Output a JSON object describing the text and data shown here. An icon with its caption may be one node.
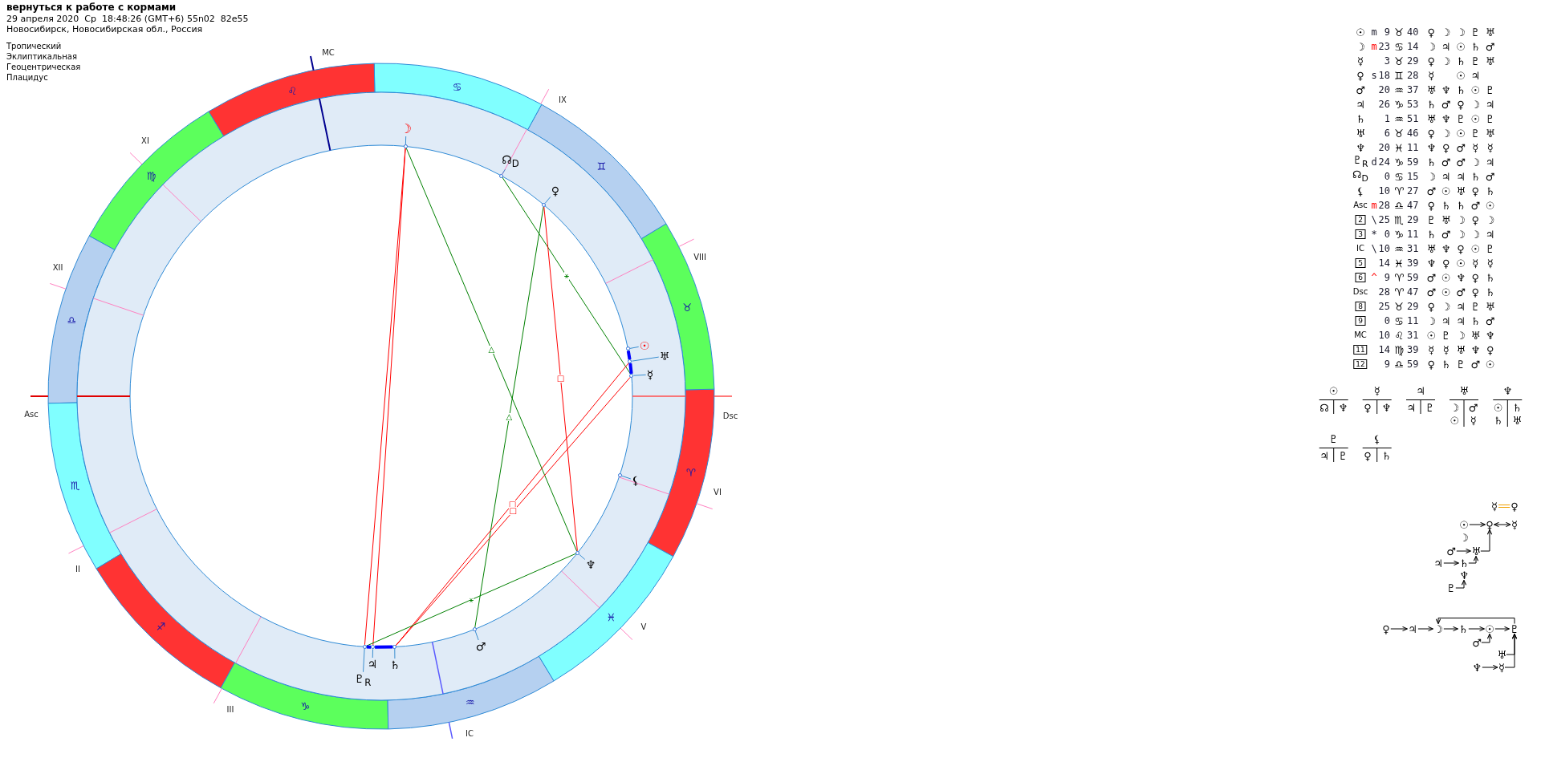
{
  "diagram": {
    "title": "вернуться к работе с кормами",
    "nodes": [
      {
        "text": [
          "☽"
        ]
      },
      {
        "text": [],
        "shape": "circle"
      },
      {
        "text": [
          "☊$_{D}$"
        ]
      },
      {
        "text": [],
        "shape": "circle"
      },
      {
        "text": [
          "♀"
        ]
      },
      {
        "text": [],
        "shape": "circle"
      },
      {
        "text": [
          "☉"
        ]
      },
      {
        "text": [],
        "shape": "circle"
      },
      {
        "text": [
          "♅"
        ]
      },
      {
        "text": [],
        "shape": "circle"
      },
      {
        "text": [
          "☿"
        ]
      },
      {
        "text": [],
        "shape": "circle"
      },
      {
        "text": [
          "⚸"
        ]
      },
      {
        "text": [],
        "shape": "circle"
      },
      {
        "text": [
          "♆"
        ]
      },
      {
        "text": [],
        "shape": "circle"
      },
      {
        "text": [
          "♂"
        ]
      },
      {
        "text": [],
        "shape": "circle"
      },
      {
        "text": [
          "♄"
        ]
      },
      {
        "text": [],
        "shape": "circle"
      },
      {
        "text": [
          "♃"
        ]
      },
      {
        "text": [],
        "shape": "circle"
      },
      {
        "text": [
          "♇$_{R}$"
        ]
      },
      {
        "text": [],
        "shape": "circle"
      },
      {
        "text": [
          "☿"
        ]
      },
      {
        "text": [
          "♀"
        ]
      },
      {
        "text": [
          "☉"
        ]
      },
      {
        "text": [
          "♀"
        ]
      },
      {
        "text": [
          "☿"
        ]
      },
      {
        "text": [
          "☽"
        ]
      },
      {
        "text": [
          "♂"
        ]
      },
      {
        "text": [
          "♅"
        ]
      },
      {
        "text": [
          "♃"
        ]
      },
      {
        "text": [
          "♄"
        ]
      },
      {
        "text": [
          "♆"
        ]
      },
      {
        "text": [
          "♇"
        ]
      },
      {
        "text": [
          "♀"
        ]
      },
      {
        "text": [
          "♃"
        ]
      },
      {
        "text": [
          "☽"
        ]
      },
      {
        "text": [
          "♄"
        ]
      },
      {
        "text": [
          "☉"
        ]
      },
      {
        "text": [
          "♇"
        ]
      },
      {
        "text": [
          "♂"
        ]
      },
      {
        "text": [
          "♅"
        ]
      },
      {
        "text": [
          "♆"
        ]
      },
      {
        "text": [
          "☿"
        ]
      }
    ],
    "edges": [
      {
        "from": 0,
        "to": 1,
        "arrow": "none",
        "color": "#3a8ed0"
      },
      {
        "from": 2,
        "to": 3,
        "arrow": "none",
        "color": "#3a8ed0"
      },
      {
        "from": 4,
        "to": 5,
        "arrow": "none",
        "color": "#3a8ed0"
      },
      {
        "from": 6,
        "to": 7,
        "arrow": "none",
        "color": "#3a8ed0"
      },
      {
        "from": 8,
        "to": 9,
        "arrow": "none",
        "color": "#3a8ed0"
      },
      {
        "from": 10,
        "to": 11,
        "arrow": "none",
        "color": "#3a8ed0"
      },
      {
        "from": 12,
        "to": 13,
        "arrow": "none",
        "color": "#3a8ed0"
      },
      {
        "from": 14,
        "to": 15,
        "arrow": "none",
        "color": "#3a8ed0"
      },
      {
        "from": 16,
        "to": 17,
        "arrow": "none",
        "color": "#3a8ed0"
      },
      {
        "from": 18,
        "to": 19,
        "arrow": "none",
        "color": "#3a8ed0"
      },
      {
        "from": 20,
        "to": 21,
        "arrow": "none",
        "color": "#3a8ed0"
      },
      {
        "from": 22,
        "to": 23,
        "arrow": "none",
        "color": "#3a8ed0"
      },
      {
        "from": 1,
        "to": 23,
        "arrow": "none",
        "color": "#ff0000"
      },
      {
        "from": 1,
        "to": 21,
        "arrow": "none",
        "color": "#ff0000"
      },
      {
        "from": 1,
        "to": 15,
        "arrow": "none",
        "label": "△",
        "color": "#008000"
      },
      {
        "from": 3,
        "to": 11,
        "arrow": "none",
        "label": "⚹",
        "color": "#008000"
      },
      {
        "from": 5,
        "to": 17,
        "arrow": "none",
        "label": "△",
        "color": "#008000"
      },
      {
        "from": 5,
        "to": 15,
        "arrow": "none",
        "label": "□",
        "color": "#ff0000"
      },
      {
        "from": 19,
        "to": 9,
        "arrow": "none",
        "label": "□",
        "color": "#ff0000"
      },
      {
        "from": 19,
        "to": 11,
        "arrow": "none",
        "label": "□",
        "color": "#ff0000"
      },
      {
        "from": 15,
        "to": 23,
        "arrow": "none",
        "label": "⚹",
        "color": "#008000"
      },
      {
        "from": 7,
        "to": 9,
        "arrow": "none",
        "style": "thick",
        "color": "#0000ff"
      },
      {
        "from": 9,
        "to": 11,
        "arrow": "none",
        "style": "thick",
        "color": "#0000ff"
      },
      {
        "from": 23,
        "to": 21,
        "arrow": "none",
        "style": "thick",
        "color": "#0000ff"
      },
      {
        "from": 21,
        "to": 19,
        "arrow": "none",
        "style": "thick",
        "color": "#0000ff"
      },
      {
        "from": 24,
        "to": 25,
        "arrow": "none",
        "color": "#f0a000"
      },
      {
        "from": 26,
        "to": 27,
        "arrow": "to"
      },
      {
        "from": 27,
        "to": 28,
        "arrow": "both"
      },
      {
        "from": 30,
        "to": 31,
        "arrow": "to"
      },
      {
        "from": 31,
        "to": 27,
        "arrow": "to"
      },
      {
        "from": 32,
        "to": 33,
        "arrow": "to"
      },
      {
        "from": 33,
        "to": 31,
        "arrow": "to"
      },
      {
        "from": 35,
        "to": 34,
        "arrow": "to"
      },
      {
        "from": 36,
        "to": 37,
        "arrow": "to"
      },
      {
        "from": 37,
        "to": 38,
        "arrow": "to"
      },
      {
        "from": 38,
        "to": 39,
        "arrow": "to"
      },
      {
        "from": 39,
        "to": 40,
        "arrow": "to"
      },
      {
        "from": 40,
        "to": 41,
        "arrow": "to"
      },
      {
        "from": 41,
        "to": 38,
        "arrow": "to"
      },
      {
        "from": 42,
        "to": 40,
        "arrow": "to"
      },
      {
        "from": 43,
        "to": 41,
        "arrow": "to"
      },
      {
        "from": 44,
        "to": 45,
        "arrow": "to"
      },
      {
        "from": 45,
        "to": 41,
        "arrow": "to"
      }
    ],
    "labels": [
      "29 апреля 2020  Ср  18:48:26 (GMT+6) 55n02  82e55",
      "Новосибирск, Новосибирская обл., Россия",
      "Тропический",
      "Эклиптикальная",
      "Геоцентрическая",
      "Плацидус",
      "MC",
      "IX",
      "XI",
      "VIII",
      "XII",
      "Asc",
      "Dsc",
      "VI",
      "II",
      "V",
      "III",
      "IC",
      "♈",
      "♉",
      "♊",
      "♋",
      "♌",
      "♍",
      "♎",
      "♏",
      "♐",
      "♑",
      "♒",
      "♓",
      "☉",
      "m",
      "9",
      "♉",
      "40",
      "♀",
      "☽",
      "☽",
      "♇",
      "♅",
      "☽",
      "m",
      "23",
      "♋",
      "14",
      "☽",
      "♃",
      "☉",
      "♄",
      "♂",
      "☿",
      "3",
      "♉",
      "29",
      "♀",
      "☽",
      "♄",
      "♇",
      "♅",
      "♀",
      "s",
      "18",
      "♊",
      "28",
      "☿",
      "☉",
      "♃",
      "♂",
      "20",
      "♒",
      "37",
      "♅",
      "♆",
      "♄",
      "☉",
      "♇",
      "♃",
      "26",
      "♑",
      "53",
      "♄",
      "♂",
      "♀",
      "☽",
      "♃",
      "♄",
      "1",
      "♒",
      "51",
      "♅",
      "♆",
      "♇",
      "☉",
      "♇",
      "♅",
      "6",
      "♉",
      "46",
      "♀",
      "☽",
      "☉",
      "♇",
      "♅",
      "♆",
      "20",
      "♓",
      "11",
      "♆",
      "♀",
      "♂",
      "☿",
      "☿",
      "♇$_{R}$",
      "d",
      "24",
      "♑",
      "59",
      "♄",
      "♂",
      "♂",
      "☽",
      "♃",
      "☊$_{D}$",
      "0",
      "♋",
      "15",
      "☽",
      "♃",
      "♃",
      "♄",
      "♂",
      "⚸",
      "10",
      "♈",
      "27",
      "♂",
      "☉",
      "♅",
      "♀",
      "♄",
      "Asc",
      "m",
      "28",
      "♎",
      "47",
      "♀",
      "♄",
      "♄",
      "♂",
      "☉",
      "2",
      "\\",
      "25",
      "♏",
      "29",
      "♇",
      "♅",
      "☽",
      "♀",
      "☽",
      "3",
      "*",
      "0",
      "♑",
      "11",
      "♄",
      "♂",
      "☽",
      "☽",
      "♃",
      "IC",
      "\\",
      "10",
      "♒",
      "31",
      "♅",
      "♆",
      "♀",
      "☉",
      "♇",
      "5",
      "14",
      "♓",
      "39",
      "♆",
      "♀",
      "☉",
      "☿",
      "☿",
      "6",
      "^",
      "9",
      "♈",
      "59",
      "♂",
      "☉",
      "♆",
      "♀",
      "♄",
      "Dsc",
      "28",
      "♈",
      "47",
      "♂",
      "☉",
      "♂",
      "♀",
      "♄",
      "8",
      "25",
      "♉",
      "29",
      "♀",
      "☽",
      "♃",
      "♇",
      "♅",
      "9",
      "0",
      "♋",
      "11",
      "☽",
      "♃",
      "♃",
      "♄",
      "♂",
      "MC",
      "10",
      "♌",
      "31",
      "☉",
      "♇",
      "☽",
      "♅",
      "♆",
      "11",
      "14",
      "♍",
      "39",
      "☿",
      "☿",
      "♅",
      "♆",
      "♀",
      "12",
      "9",
      "♎",
      "59",
      "♀",
      "♄",
      "♇",
      "♂",
      "☉",
      "☉",
      "☊",
      "♆",
      "☿",
      "♀",
      "♆",
      "♃",
      "♃",
      "♇",
      "♅",
      "☽",
      "♂",
      "☉",
      "☿",
      "♆",
      "☉",
      "♄",
      "♄",
      "♅",
      "♇",
      "♃",
      "♇",
      "⚸",
      "♀",
      "♄"
    ]
  }
}
